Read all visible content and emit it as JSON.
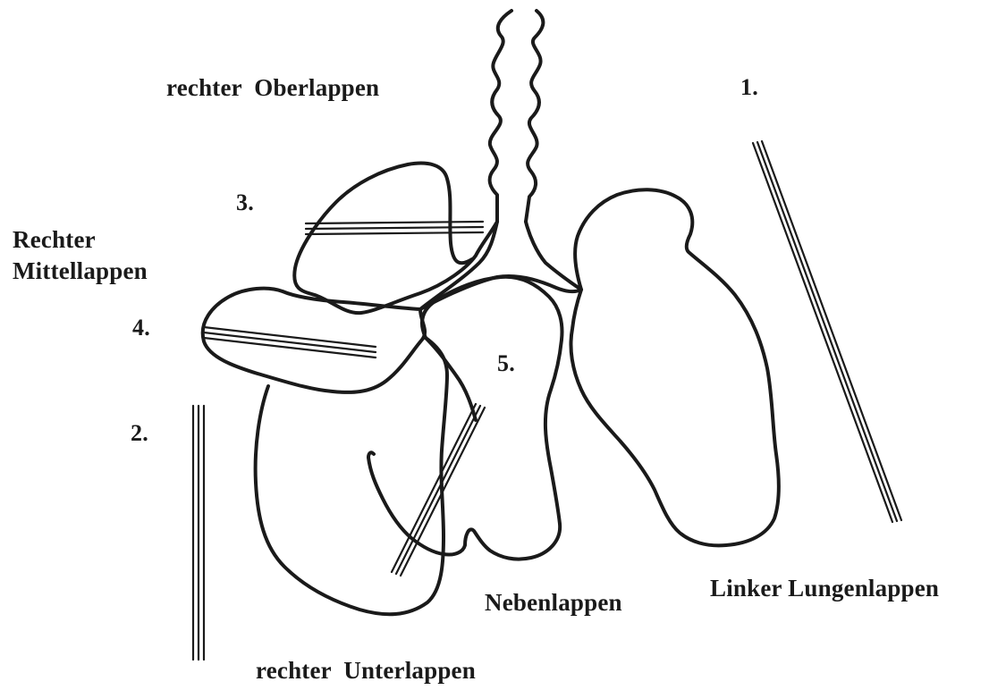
{
  "labels": {
    "upper_right_lobe": "rechter  Oberlappen",
    "middle_right_lobe_line1": "Rechter",
    "middle_right_lobe_line2": "Mittellappen",
    "lower_right_lobe": "rechter  Unterlappen",
    "accessory_lobe": "Nebenlappen",
    "left_lobe": "Linker Lungenlappen"
  },
  "markers": [
    "1.",
    "2.",
    "3.",
    "4.",
    "5."
  ],
  "colors": {
    "ink": "#1a1a1a",
    "background": "#ffffff"
  }
}
